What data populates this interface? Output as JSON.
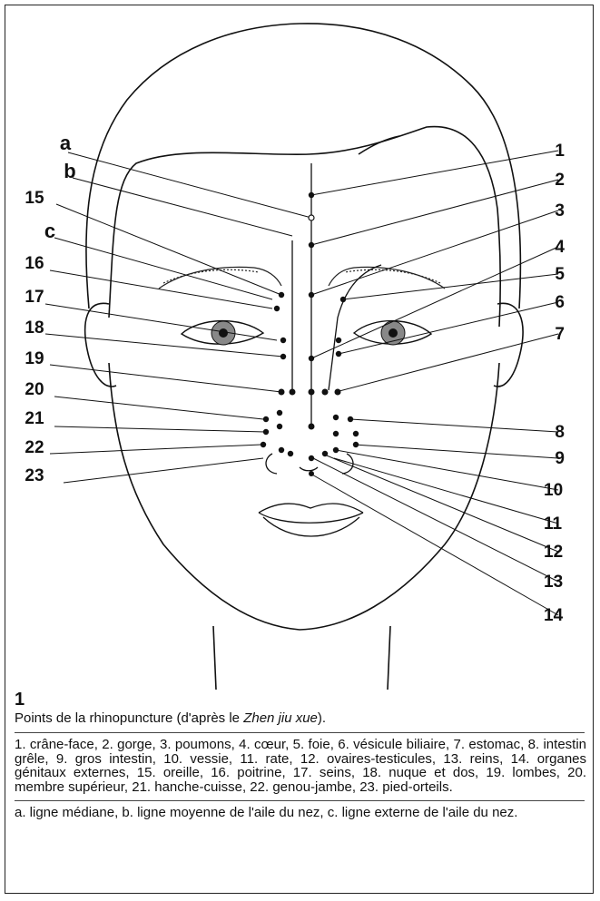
{
  "point_labels": [
    "1",
    "2",
    "3",
    "4",
    "5",
    "6",
    "7",
    "8",
    "9",
    "10",
    "11",
    "12",
    "13",
    "14",
    "15",
    "16",
    "17",
    "18",
    "19",
    "20",
    "21",
    "22",
    "23"
  ],
  "line_labels": [
    "a",
    "b",
    "c"
  ],
  "caption": {
    "number": "1",
    "title_prefix": "Points de la rhinopuncture (d'après le ",
    "title_italic": "Zhen jiu xue",
    "title_suffix": ").",
    "points_text": "1. crâne-face, 2. gorge, 3. poumons, 4. cœur, 5. foie, 6. vésicule biliaire, 7. estomac, 8. intestin grêle, 9. gros intestin, 10. vessie, 11. rate, 12. ovaires-testicules, 13. reins, 14. organes génitaux externes, 15. oreille, 16. poitrine, 17. seins, 18. nuque et dos, 19. lombes, 20. membre supérieur, 21. hanche-cuisse, 22. genou-jambe, 23. pied-orteils.",
    "lines_text": "a. ligne médiane, b. ligne moyenne de l'aile du nez, c. ligne externe de l'aile du nez."
  }
}
